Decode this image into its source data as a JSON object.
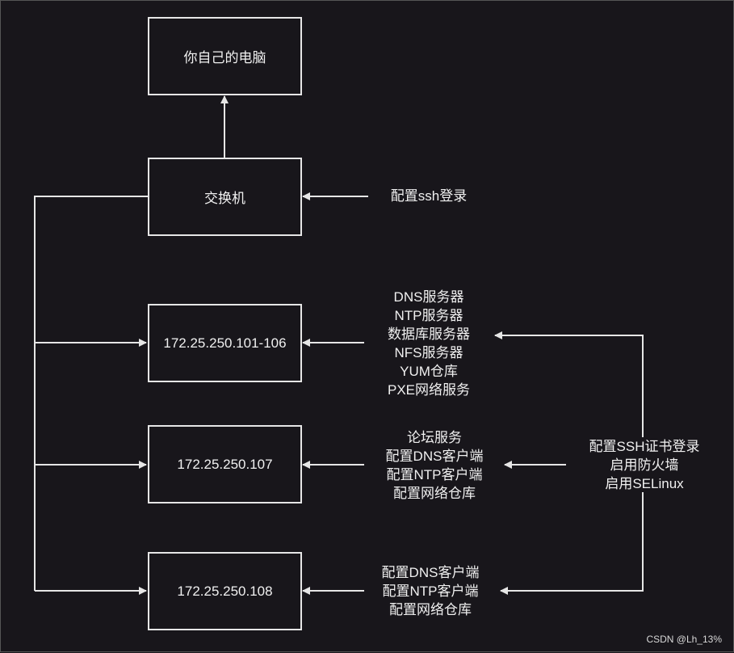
{
  "nodes": {
    "pc": "你自己的电脑",
    "switch": "交换机",
    "server1": "172.25.250.101-106",
    "server2": "172.25.250.107",
    "server3": "172.25.250.108"
  },
  "labels": {
    "ssh": [
      "配置ssh登录"
    ],
    "services1": [
      "DNS服务器",
      "NTP服务器",
      "数据库服务器",
      "NFS服务器",
      "YUM仓库",
      "PXE网络服务"
    ],
    "services2": [
      "论坛服务",
      "配置DNS客户端",
      "配置NTP客户端",
      "配置网络仓库"
    ],
    "services3": [
      "配置DNS客户端",
      "配置NTP客户端",
      "配置网络仓库"
    ],
    "security": [
      "配置SSH证书登录",
      "启用防火墙",
      "启用SELinux"
    ]
  },
  "watermark": "CSDN @Lh_13%",
  "colors": {
    "background": "#18161b",
    "stroke": "#e6e6e6",
    "text": "#f0f0f0"
  }
}
